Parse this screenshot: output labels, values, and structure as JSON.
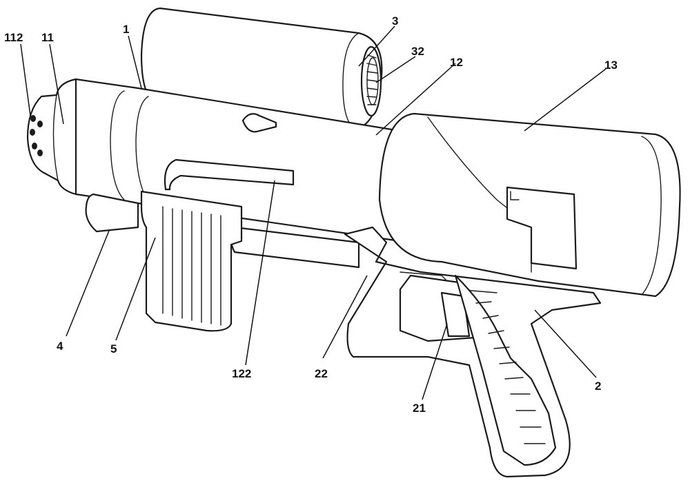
{
  "labels": [
    {
      "id": "112",
      "text": "112"
    },
    {
      "id": "11",
      "text": "11"
    },
    {
      "id": "1",
      "text": "1"
    },
    {
      "id": "3",
      "text": "3"
    },
    {
      "id": "32",
      "text": "32"
    },
    {
      "id": "12",
      "text": "12"
    },
    {
      "id": "13",
      "text": "13"
    },
    {
      "id": "4",
      "text": "4"
    },
    {
      "id": "5",
      "text": "5"
    },
    {
      "id": "122",
      "text": "122"
    },
    {
      "id": "22",
      "text": "22"
    },
    {
      "id": "21",
      "text": "21"
    },
    {
      "id": "2",
      "text": "2"
    }
  ]
}
